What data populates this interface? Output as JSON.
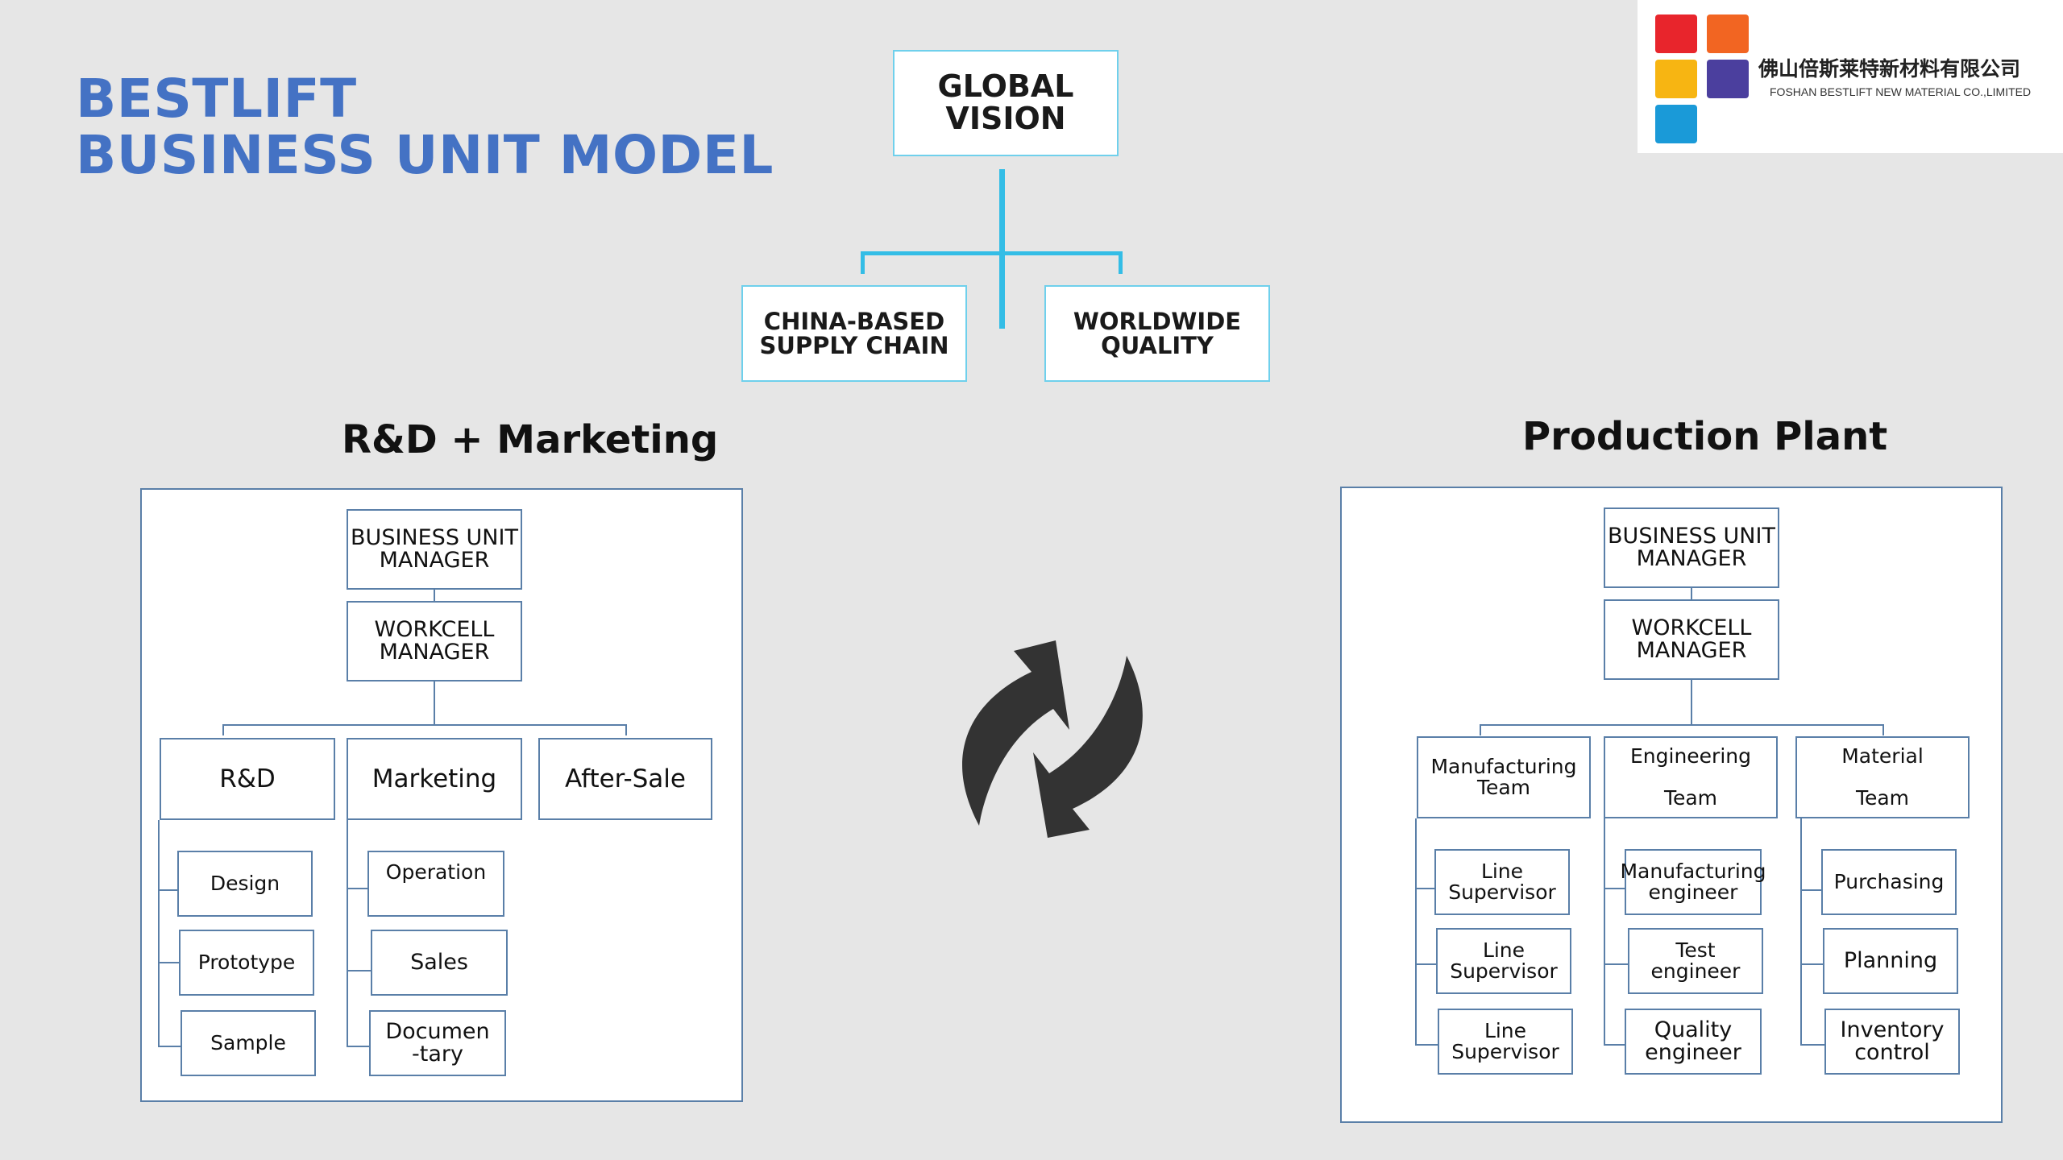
{
  "title": {
    "line1": "BESTLIFT",
    "line2": "BUSINESS UNIT MODEL"
  },
  "top": {
    "vision": {
      "line1": "GLOBAL",
      "line2": "VISION"
    },
    "left": {
      "line1": "CHINA-BASED",
      "line2": "SUPPLY CHAIN"
    },
    "right": {
      "line1": "WORLDWIDE",
      "line2": "QUALITY"
    },
    "connector_color": "#34bde6"
  },
  "logo": {
    "chinese": "佛山倍斯莱特新材料有限公司",
    "english": "FOSHAN BESTLIFT NEW MATERIAL CO.,LIMITED",
    "colors": [
      "#e8252c",
      "#f26522",
      "#f7b512",
      "#4b3f9e",
      "#1a9ad8"
    ]
  },
  "cycle_icon": "refresh-arrows-icon",
  "left_section": {
    "title": "R&D + Marketing",
    "manager": "BUSINESS UNIT\nMANAGER",
    "workcell": "WORKCELL\nMANAGER",
    "columns": [
      {
        "label": "R&D",
        "items": [
          "Design",
          "Prototype",
          "Sample"
        ]
      },
      {
        "label": "Marketing",
        "items": [
          "Operation",
          "Sales",
          "Documen\n-tary"
        ]
      },
      {
        "label": "After-Sale",
        "items": []
      }
    ]
  },
  "right_section": {
    "title": "Production Plant",
    "manager": "BUSINESS UNIT\nMANAGER",
    "workcell": "WORKCELL\nMANAGER",
    "columns": [
      {
        "label": "Manufacturing\nTeam",
        "items": [
          "Line\nSupervisor",
          "Line\nSupervisor",
          "Line\nSupervisor"
        ]
      },
      {
        "label": "Engineering\n\nTeam",
        "items": [
          "Manufacturing\nengineer",
          "Test engineer",
          "Quality\nengineer"
        ]
      },
      {
        "label": "Material\n\nTeam",
        "items": [
          "Purchasing",
          "Planning",
          "Inventory\ncontrol"
        ]
      }
    ]
  },
  "colors": {
    "title": "#4472c4",
    "box_border": "#5a7fa8",
    "background": "#e6e6e6"
  }
}
